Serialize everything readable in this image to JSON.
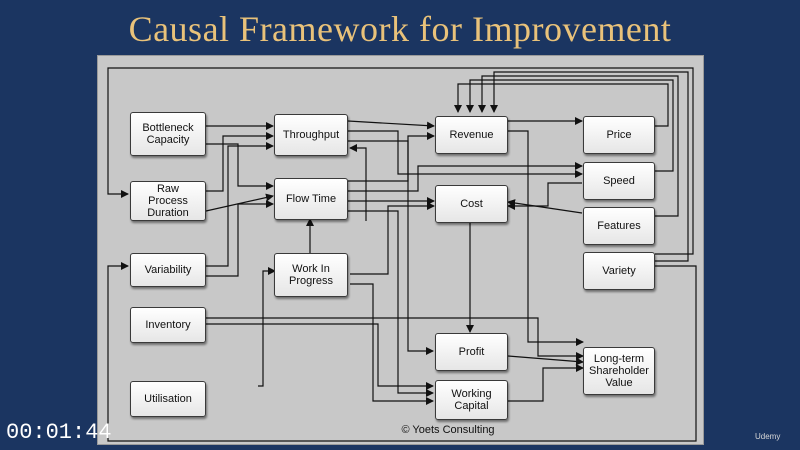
{
  "title": "Causal Framework for Improvement",
  "diagram": {
    "nodes": {
      "bottleneck": "Bottleneck Capacity",
      "raw_process": "Raw Process Duration",
      "variability": "Variability",
      "inventory": "Inventory",
      "utilisation": "Utilisation",
      "throughput": "Throughput",
      "flow_time": "Flow Time",
      "wip": "Work In Progress",
      "revenue": "Revenue",
      "cost": "Cost",
      "profit": "Profit",
      "working_capital": "Working Capital",
      "price": "Price",
      "speed": "Speed",
      "features": "Features",
      "variety": "Variety",
      "shareholder_value": "Long-term Shareholder Value"
    },
    "copyright": "© Yoets Consulting"
  },
  "player": {
    "timestamp": "00:01:44",
    "brand": "Udemy",
    "brand_icon": "udemy-logo-icon"
  },
  "colors": {
    "background": "#1b3561",
    "title": "#e9c27a",
    "panel": "#c8c8c8"
  }
}
